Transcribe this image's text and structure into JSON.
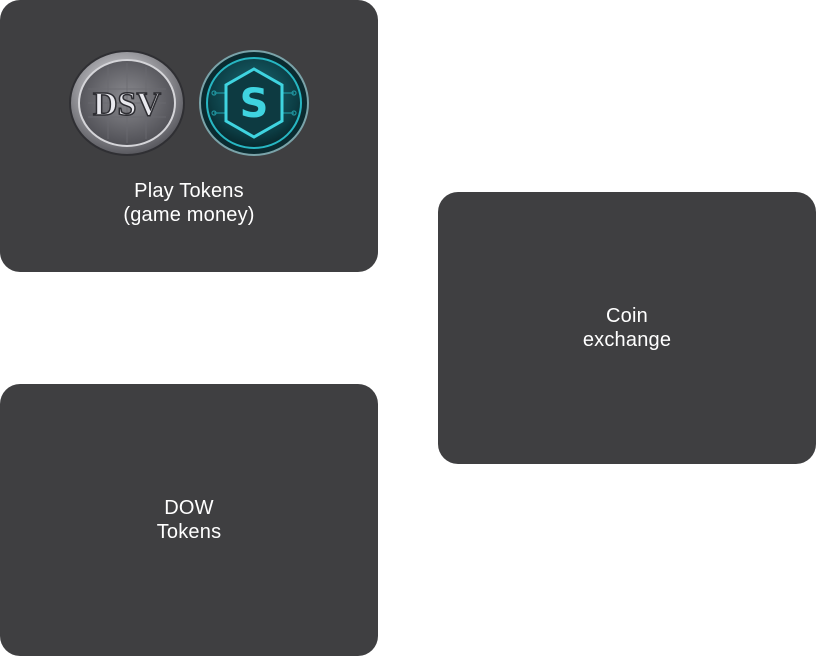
{
  "cards": {
    "play": {
      "line1": "Play Tokens",
      "line2": "(game money)",
      "coin_left": {
        "icon": "dsv-coin-icon",
        "text": "DSV"
      },
      "coin_right": {
        "icon": "s-coin-icon",
        "text": "S"
      }
    },
    "coin_exchange": {
      "line1": "Coin",
      "line2": "exchange"
    },
    "dow": {
      "line1": "DOW",
      "line2": "Tokens"
    }
  },
  "colors": {
    "card_bg": "#3f3f41",
    "page_bg": "#ffffff",
    "text": "#ffffff",
    "coin_silver": "#a9a9ad",
    "coin_teal": "#27b6c2"
  }
}
